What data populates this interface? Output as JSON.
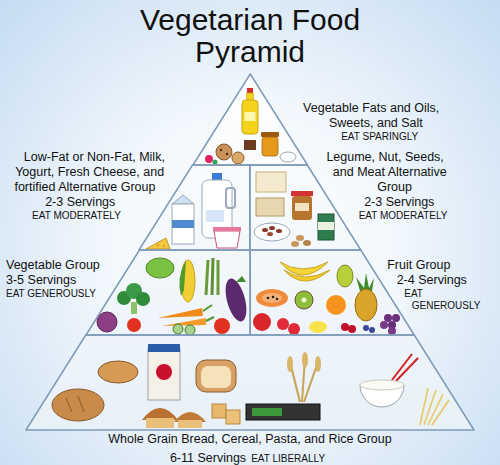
{
  "diagram": {
    "title": "Vegetarian Food Pyramid",
    "nodes": [
      {
        "text": [
          "Vegetable Fats and Oils, Sweets, and Salt",
          "EAT SPARINGLY"
        ]
      },
      {
        "text": [
          "Low-Fat or Non-Fat, Milk, Yogurt, Fresh Cheese, and fortified Alternative Group",
          "2-3 Servings",
          "EAT MODERATELY"
        ]
      },
      {
        "text": [
          "Legume, Nut, Seeds, and Meat Alternative Group",
          "2-3 Servings",
          "EAT MODERATELY"
        ]
      },
      {
        "text": [
          "Vegetable Group",
          "3-5 Servings",
          "EAT GENEROUSLY"
        ]
      },
      {
        "text": [
          "Fruit Group",
          "2-4 Servings",
          "EAT GENEROUSLY"
        ]
      },
      {
        "text": [
          "Whole Grain Bread, Cereal, Pasta, and Rice Group",
          "6-11 Servings",
          "EAT LIBERALLY"
        ]
      }
    ]
  }
}
